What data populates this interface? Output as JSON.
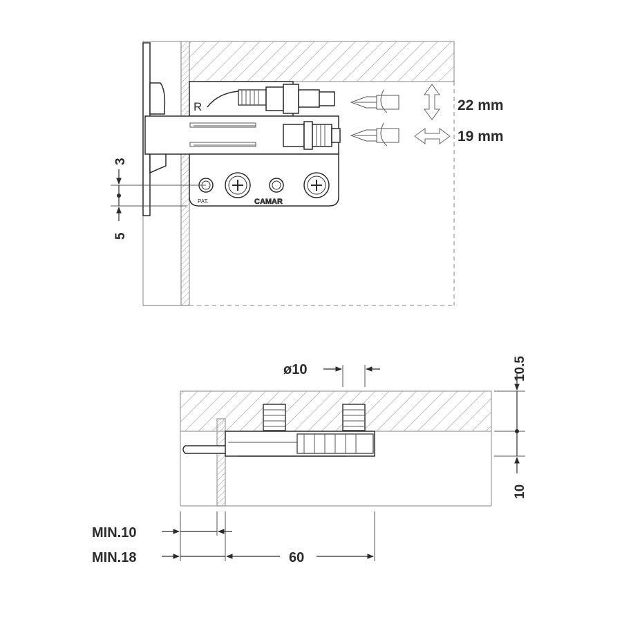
{
  "top_view": {
    "adjust_labels": {
      "vertical": "22 mm",
      "horizontal": "19 mm"
    },
    "dim_upper": "3",
    "dim_lower": "5",
    "bracket_letter": "R",
    "brand": "CAMAR",
    "patent_mark": "PAT."
  },
  "bottom_view": {
    "dim_diameter": "ø10",
    "dim_top_right": "10.5",
    "dim_bottom_right": "10",
    "dim_min10": "MIN.10",
    "dim_min18": "MIN.18",
    "dim_60": "60"
  },
  "colors": {
    "line": "#2b2b2b",
    "hatch": "#9a9a9a"
  }
}
